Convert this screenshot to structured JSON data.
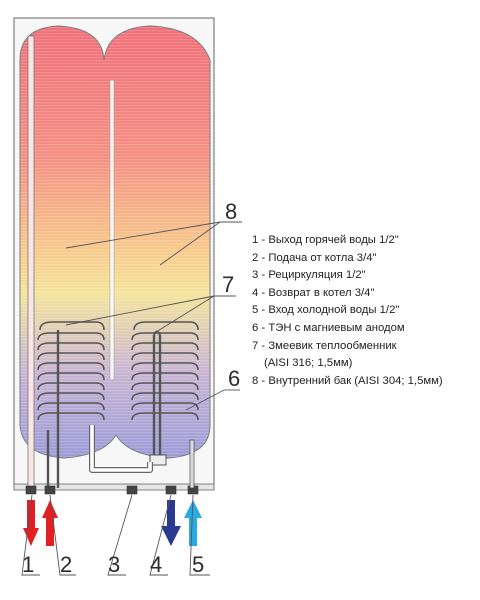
{
  "callouts": {
    "tank": "8",
    "coil": "7",
    "heater": "6"
  },
  "bottom_labels": [
    "1",
    "2",
    "3",
    "4",
    "5"
  ],
  "legend": [
    {
      "line": "1 - Выход горячей воды 1/2\""
    },
    {
      "line": "2 - Подача от котла 3/4\""
    },
    {
      "line": "3 - Рециркуляция 1/2\""
    },
    {
      "line": "4 - Возврат в котел 3/4\""
    },
    {
      "line": "5 - Вход холодной воды 1/2\""
    },
    {
      "line": "6 - ТЭН с магниевым анодом"
    },
    {
      "line": "7 - Змеевик теплообменник",
      "cont": "(AISI 316; 1,5мм)"
    },
    {
      "line": "8 - Внутренний бак (AISI 304; 1,5мм)"
    }
  ],
  "colors": {
    "hot": "#f07a7a",
    "warm": "#f6d58c",
    "cold": "#9fa0dc",
    "arrow_hot": "#e31e24",
    "arrow_return": "#2b3990",
    "arrow_cold": "#29abe2",
    "line": "#555555"
  }
}
